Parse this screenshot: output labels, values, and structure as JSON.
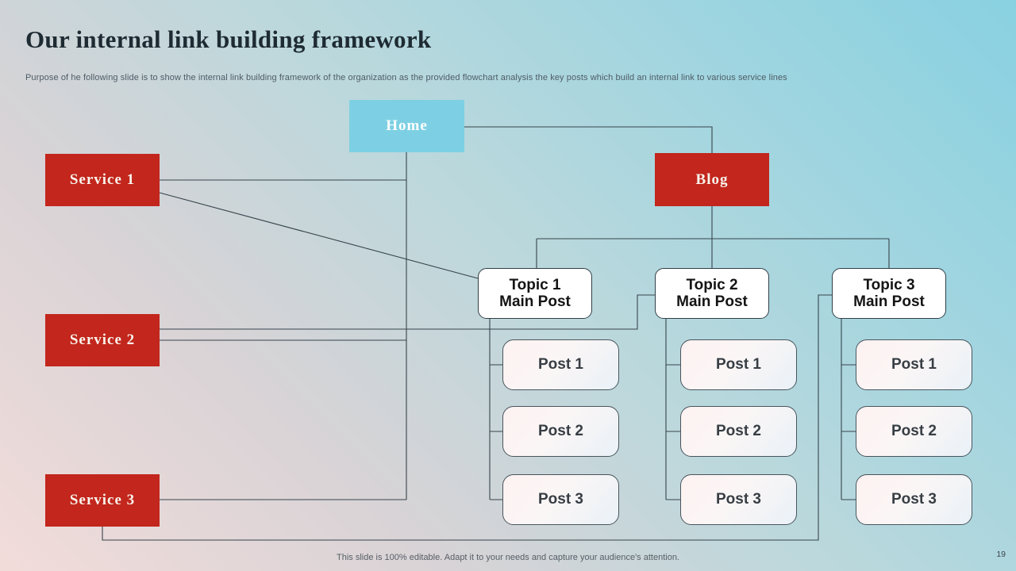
{
  "header": {
    "title": "Our internal link building framework",
    "subtitle": "Purpose of he following slide is to show the internal link building framework of the organization as the provided flowchart analysis the key posts which build an internal link to various service lines"
  },
  "diagram": {
    "home": {
      "label": "Home"
    },
    "blog": {
      "label": "Blog"
    },
    "services": [
      {
        "label": "Service 1"
      },
      {
        "label": "Service 2"
      },
      {
        "label": "Service 3"
      }
    ],
    "topics": [
      {
        "title": "Topic 1",
        "subtitle": "Main Post",
        "posts": [
          "Post 1",
          "Post 2",
          "Post 3"
        ]
      },
      {
        "title": "Topic 2",
        "subtitle": "Main Post",
        "posts": [
          "Post 1",
          "Post 2",
          "Post 3"
        ]
      },
      {
        "title": "Topic 3",
        "subtitle": "Main Post",
        "posts": [
          "Post 1",
          "Post 2",
          "Post 3"
        ]
      }
    ],
    "colors": {
      "service_red": "#c2261c",
      "home_cyan": "#7dd0e3",
      "connector": "#37444c"
    }
  },
  "footer": {
    "note": "This slide is 100% editable. Adapt it to your needs and capture your audience's attention.",
    "page_number": "19"
  }
}
